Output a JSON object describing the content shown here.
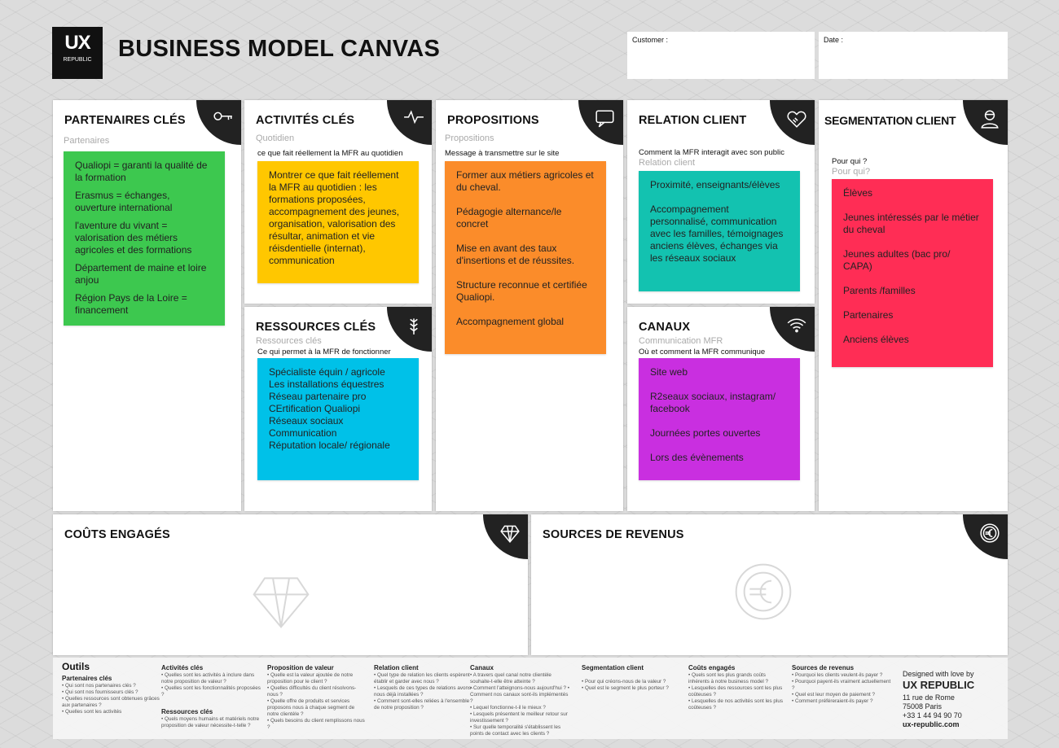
{
  "header": {
    "logo_main": "UX",
    "logo_sub": "REPUBLIC",
    "title": "BUSINESS MODEL CANVAS",
    "customer_label": "Customer :",
    "customer_value": "",
    "date_label": "Date :",
    "date_value": ""
  },
  "cards": [
    {
      "id": "partenaires",
      "title": "PARTENAIRES CLÉS",
      "icon": "key-icon",
      "ghost": "Partenaires",
      "hint": "",
      "color": "#3dc84f",
      "items": [
        "Qualiopi = garanti la qualité de la formation",
        "Erasmus = échanges, ouverture international",
        "l'aventure du vivant = valorisation des métiers agricoles et des formations",
        "Département de maine et loire anjou",
        "Région Pays de la Loire = financement"
      ]
    },
    {
      "id": "activites",
      "title": "ACTIVITÉS CLÉS",
      "icon": "pulse-icon",
      "ghost": "Quotidien",
      "hint": "ce que fait réellement la MFR au quotidien",
      "color": "#ffc700",
      "items": [
        "Montrer ce que fait réellement la MFR au quotidien : les formations proposées, accompagnement des jeunes, organisation, valorisation des résultar, animation et vie réisdentielle (internat), communication"
      ]
    },
    {
      "id": "ressources",
      "title": "RESSOURCES CLÉS",
      "icon": "wheat-icon",
      "ghost": "Ressources clés",
      "hint": "Ce qui permet à la MFR de fonctionner",
      "color": "#00c1e8",
      "items": [
        "Spécialiste équin / agricole",
        "Les installations équestres",
        "Réseau partenaire pro",
        "CErtification Qualiopi",
        "Réseaux sociaux",
        "Communication",
        "Réputation locale/ régionale"
      ]
    },
    {
      "id": "propositions",
      "title": "PROPOSITIONS",
      "icon": "speech-bubble-icon",
      "ghost": "Propositions",
      "hint": "Message à transmettre sur le site",
      "color": "#fb8c2a",
      "items": [
        "Former aux métiers agricoles et du cheval.",
        "Pédagogie alternance/le concret",
        "Mise en avant des taux d'insertions et de réussites.",
        "Structure reconnue et certifiée Qualiopi.",
        "Accompagnement global"
      ]
    },
    {
      "id": "relation",
      "title": "RELATION CLIENT",
      "icon": "handshake-heart-icon",
      "ghost": "Relation client",
      "hint": "Comment la MFR interagit avec son public",
      "color": "#13c2b0",
      "items": [
        "Proximité, enseignants/élèves",
        "Accompagnement personnalisé, communication avec les familles, témoignages anciens élèves, échanges via les réseaux sociaux"
      ]
    },
    {
      "id": "canaux",
      "title": "CANAUX",
      "icon": "wifi-icon",
      "ghost": "Communication MFR",
      "hint": "Où et comment la MFR communique",
      "color": "#c92fe0",
      "items": [
        "Site web",
        "R2seaux sociaux, instagram/ facebook",
        "Journées portes ouvertes",
        "Lors des évènements"
      ]
    },
    {
      "id": "segmentation",
      "title": "SEGMENTATION CLIENT",
      "icon": "user-icon",
      "ghost": "Pour qui?",
      "hint": "Pour qui ?",
      "color": "#ff2d55",
      "items": [
        "Élèves",
        "Jeunes intéressés par le métier du cheval",
        "Jeunes adultes (bac pro/ CAPA)",
        "Parents /familles",
        "Partenaires",
        "Anciens élèves"
      ]
    },
    {
      "id": "couts",
      "title": "COÛTS ENGAGÉS",
      "icon": "diamond-icon",
      "ghost": "",
      "hint": "",
      "color": "",
      "items": []
    },
    {
      "id": "revenus",
      "title": "SOURCES DE REVENUS",
      "icon": "euro-icon",
      "ghost": "",
      "hint": "",
      "color": "",
      "items": []
    }
  ],
  "tools": {
    "title": "Outils",
    "columns": [
      {
        "sections": [
          {
            "heading": "Partenaires clés",
            "lines": [
              "• Qui sont nos partenaires clés ?",
              "• Qui sont nos fournisseurs clés ?",
              "• Quelles ressources sont obtenues grâces aux partenaires ?",
              "• Quelles sont les activités"
            ]
          }
        ]
      },
      {
        "sections": [
          {
            "heading": "Activités clés",
            "lines": [
              "• Quelles sont les activités à inclure dans notre proposition de valeur ?",
              "• Quelles sont les fonctionnalités proposées ?"
            ]
          },
          {
            "heading": "Ressources clés",
            "lines": [
              "• Quels moyens humains et matériels notre proposition de valeur nécessite-t-telle ?"
            ]
          }
        ]
      },
      {
        "sections": [
          {
            "heading": "Proposition de valeur",
            "lines": [
              "• Quelle est la valeur ajoutée de notre proposition pour le client ?",
              "• Quelles difficultés du client résolvons-nous ?",
              "• Quelle offre de produits et services proposons nous à chaque segment de notre clientèle ?",
              "• Quels besoins du client remplissons nous ?"
            ]
          }
        ]
      },
      {
        "sections": [
          {
            "heading": "Relation client",
            "lines": [
              "• Quel type de relation les clients espèrent établir et garder avec nous ?",
              "• Lesquels de ces types de relations avons-nous déjà installées ?",
              "• Comment sont-elles reliées à l'ensemble de notre proposition ?"
            ]
          }
        ]
      },
      {
        "sections": [
          {
            "heading": "Canaux",
            "lines": [
              "• A travers quel canal notre clientèle souhaite-t-elle être atteinte ?",
              "• Comment l'atteignons-nous aujourd'hui ? • Comment nos canaux sont-ils implémentés ?",
              "• Lequel fonctionne-t-il le mieux ?",
              "• Lesquels présentent le meilleur retour sur investissement ?",
              "• Sur quelle temporalité s'établissent les points de contact avec les clients ?"
            ]
          }
        ]
      },
      {
        "sections": [
          {
            "heading": "Segmentation client",
            "lines": [
              "",
              "• Pour qui créons-nous de la valeur ?",
              "• Quel est le segment le plus porteur ?"
            ]
          }
        ]
      },
      {
        "sections": [
          {
            "heading": "Coûts engagés",
            "lines": [
              "• Quels sont les plus grands coûts inhérents à notre business model ?",
              "• Lesquelles des ressources sont les plus coûteuses ?",
              "• Lesquelles de nos activités sont les plus coûteuses ?"
            ]
          }
        ]
      },
      {
        "sections": [
          {
            "heading": "Sources de revenus",
            "lines": [
              "• Pourquoi les clients veulent-ils payer ?",
              "• Pourquoi payent-ils vraiment actuellement ?",
              "• Quel est leur moyen de paiement ?",
              "• Comment préféreraient-ils payer ?"
            ]
          }
        ]
      }
    ],
    "brand": {
      "designed": "Designed with love by",
      "name": "UX REPUBLIC",
      "address1": "11 rue de Rome",
      "address2": "75008 Paris",
      "phone": "+33 1 44 94 90 70",
      "web": "ux-republic.com"
    }
  }
}
